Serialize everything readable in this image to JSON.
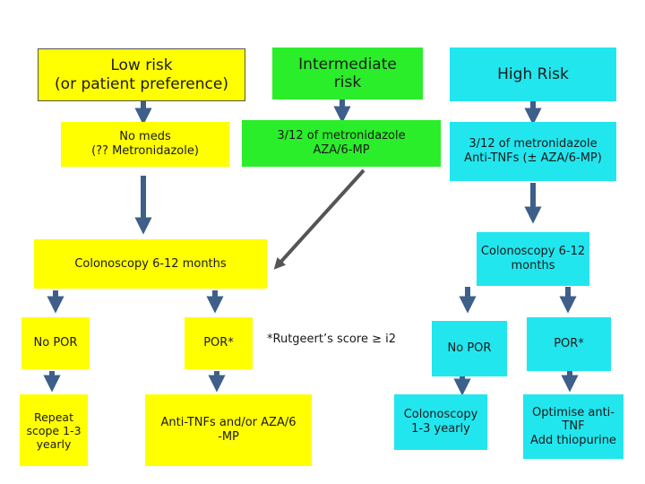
{
  "boxes": {
    "low_risk": "Low risk\n(or patient preference)",
    "intermediate_risk": "Intermediate\nrisk",
    "high_risk": "High Risk",
    "no_meds": "No meds\n(?? Metronidazole)",
    "metronidazole_aza": "3/12 of metronidazole\nAZA/6-MP",
    "metronidazole_anti_tnf": "3/12 of metronidazole\nAnti-TNFs (± AZA/6-MP)",
    "colonoscopy_left": "Colonoscopy 6-12 months",
    "colonoscopy_right": "Colonoscopy 6-12\nmonths",
    "no_por_left": "No POR",
    "por_left": "POR*",
    "rutgeert_note": "*Rutgeert’s score ≥ i2",
    "no_por_right": "No POR",
    "por_right": "POR*",
    "repeat_scope": "Repeat\nscope 1-3\nyearly",
    "anti_tnf_aza": "Anti-TNFs and/or AZA/6\n-MP",
    "colonoscopy_yearly": "Colonoscopy\n1-3 yearly",
    "optimise": "Optimise anti-\nTNF\nAdd thiopurine"
  },
  "colors": {
    "yellow": "#ffff00",
    "green": "#2aee2a",
    "cyan": "#22e6ee",
    "arrow_blue": "#3e5f8a",
    "arrow_grey": "#555555"
  }
}
